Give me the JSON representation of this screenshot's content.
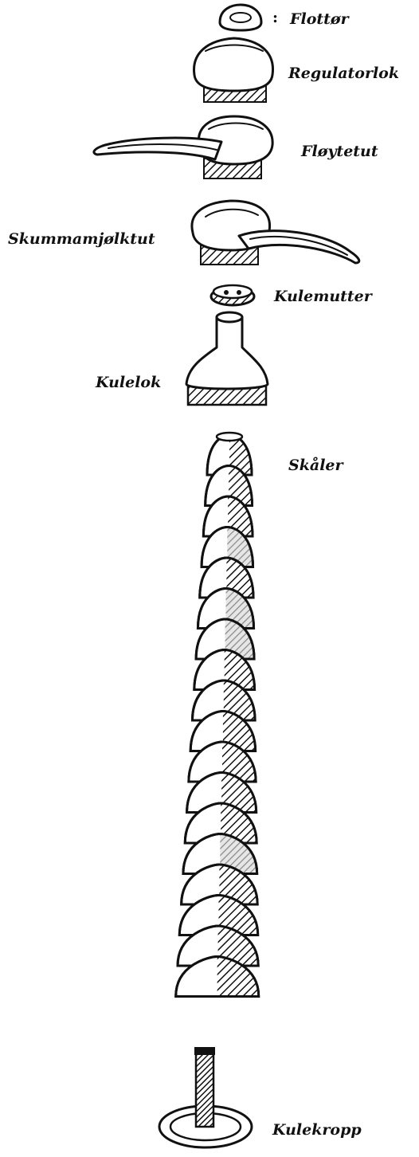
{
  "parts": [
    {
      "id": "flotter",
      "label": "Flottør",
      "icon": "float-icon"
    },
    {
      "id": "regulatorlok",
      "label": "Regulatorlok",
      "icon": "regulator-lid-icon"
    },
    {
      "id": "floytetut",
      "label": "Fløytetut",
      "icon": "whistle-spout-icon"
    },
    {
      "id": "skummamjolktut",
      "label": "Skummamjølktut",
      "icon": "skim-milk-spout-icon"
    },
    {
      "id": "kulemutter",
      "label": "Kulemutter",
      "icon": "ball-nut-icon"
    },
    {
      "id": "kulelok",
      "label": "Kulelok",
      "icon": "ball-lid-icon"
    },
    {
      "id": "skaler",
      "label": "Skåler",
      "icon": "disc-stack-icon"
    },
    {
      "id": "kulekropp",
      "label": "Kulekropp",
      "icon": "ball-body-icon"
    }
  ],
  "disc_count": 18,
  "colors": {
    "ink": "#111111",
    "paper": "#ffffff",
    "faded_hatch": "#8a8a8a"
  }
}
